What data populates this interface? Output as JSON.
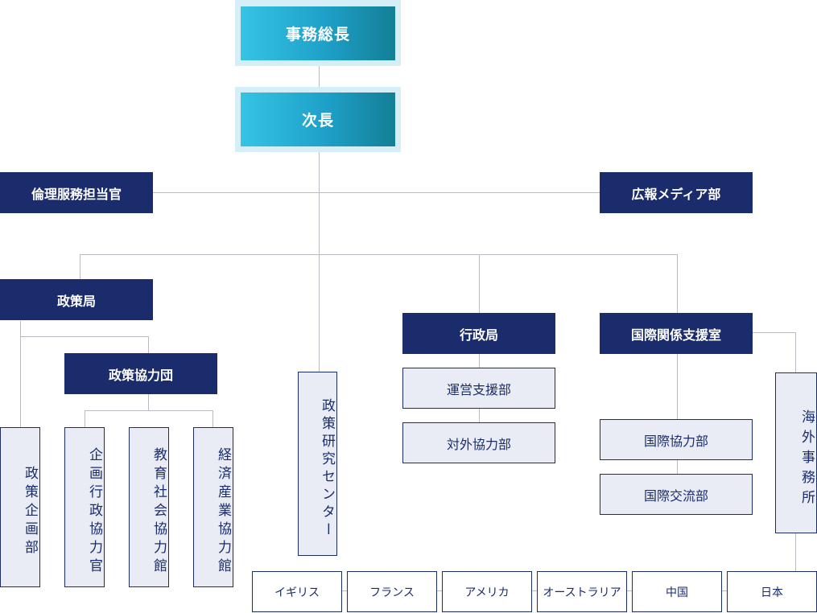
{
  "leadership": {
    "secretary_general": "事務総長",
    "deputy": "次長"
  },
  "staff": {
    "ethics_officer": "倫理服務担当官",
    "media_department": "広報メディア部"
  },
  "policy_bureau": {
    "label": "政策局",
    "planning_department": "政策企画部",
    "cooperation_group": {
      "label": "政策協力団",
      "units": [
        "企画行政協力官",
        "教育社会協力館",
        "経済産業協力館"
      ]
    }
  },
  "research_center": "政策研究センター",
  "administration_bureau": {
    "label": "行政局",
    "departments": [
      "運営支援部",
      "対外協力部"
    ]
  },
  "international_office": {
    "label": "国際関係支援室",
    "departments": [
      "国際協力部",
      "国際交流部"
    ],
    "overseas_offices": {
      "label": "海外事務所",
      "countries": [
        "イギリス",
        "フランス",
        "アメリカ",
        "オーストラリア",
        "中国",
        "日本"
      ]
    }
  },
  "colors": {
    "navy": "#1a2c6c",
    "light_fill": "#e9ecf4",
    "connector": "#b9bcc3",
    "cyan_start": "#35c4e5",
    "teal_end": "#137f96"
  }
}
